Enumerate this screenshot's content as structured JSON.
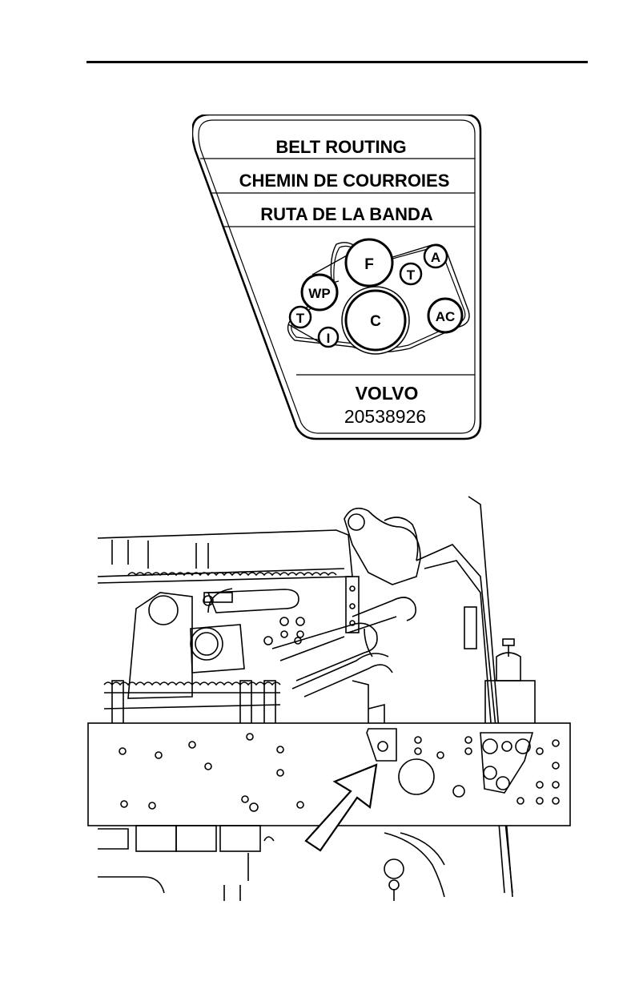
{
  "label": {
    "title_en": "BELT ROUTING",
    "title_fr": "CHEMIN DE COURROIES",
    "title_es": "RUTA DE LA BANDA",
    "brand": "VOLVO",
    "part_number": "20538926",
    "pulleys": [
      {
        "id": "F",
        "text": "F"
      },
      {
        "id": "WP",
        "text": "WP"
      },
      {
        "id": "T1",
        "text": "T"
      },
      {
        "id": "T2",
        "text": "T"
      },
      {
        "id": "A",
        "text": "A"
      },
      {
        "id": "AC",
        "text": "AC"
      },
      {
        "id": "C",
        "text": "C"
      },
      {
        "id": "I",
        "text": "I"
      }
    ]
  }
}
